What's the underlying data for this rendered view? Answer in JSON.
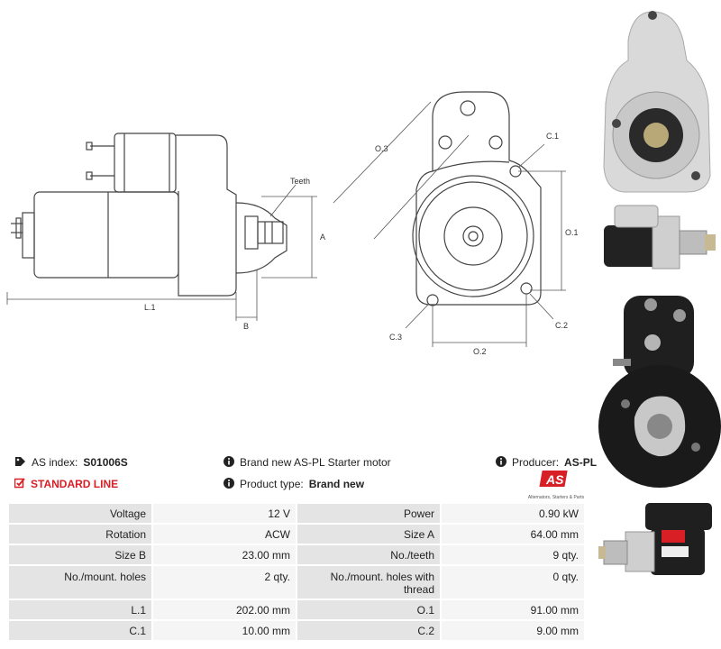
{
  "labels": {
    "teeth": "Teeth",
    "a": "A",
    "b": "B",
    "l1": "L.1",
    "o3": "O.3",
    "c1": "C.1",
    "o1": "O.1",
    "c2": "C.2",
    "c3": "C.3",
    "o2": "O.2"
  },
  "info": {
    "as_index_label": "AS index:",
    "as_index_value": "S01006S",
    "description": "Brand new AS-PL Starter motor",
    "producer_label": "Producer:",
    "producer_value": "AS-PL",
    "standard_line": "STANDARD LINE",
    "product_type_label": "Product type:",
    "product_type_value": "Brand new",
    "logo_text": "AS",
    "logo_tagline": "Alternators, Starters & Parts"
  },
  "specs": [
    {
      "l1": "Voltage",
      "v1": "12 V",
      "l2": "Power",
      "v2": "0.90 kW"
    },
    {
      "l1": "Rotation",
      "v1": "ACW",
      "l2": "Size A",
      "v2": "64.00 mm"
    },
    {
      "l1": "Size B",
      "v1": "23.00 mm",
      "l2": "No./teeth",
      "v2": "9 qty."
    },
    {
      "l1": "No./mount. holes",
      "v1": "2 qty.",
      "l2": "No./mount. holes with thread",
      "v2": "0 qty."
    },
    {
      "l1": "L.1",
      "v1": "202.00 mm",
      "l2": "O.1",
      "v2": "91.00 mm"
    },
    {
      "l1": "C.1",
      "v1": "10.00 mm",
      "l2": "C.2",
      "v2": "9.00 mm"
    }
  ],
  "colors": {
    "accent": "#d81f26",
    "label_cell": "#e4e4e4",
    "value_cell": "#f5f5f5"
  }
}
